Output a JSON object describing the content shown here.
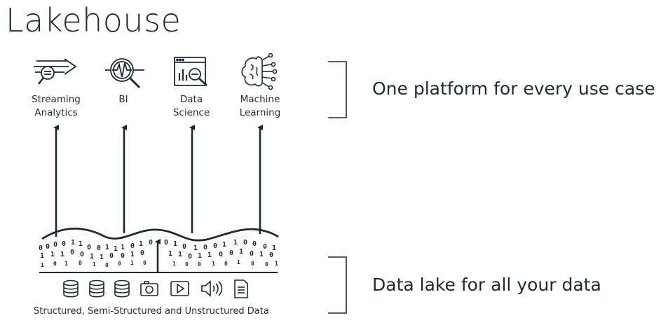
{
  "title": "Lakehouse",
  "use_cases": [
    {
      "label_line1": "Streaming",
      "label_line2": "Analytics",
      "icon": "streaming-analytics-icon"
    },
    {
      "label_line1": "BI",
      "label_line2": "",
      "icon": "bi-icon"
    },
    {
      "label_line1": "Data",
      "label_line2": "Science",
      "icon": "data-science-icon"
    },
    {
      "label_line1": "Machine",
      "label_line2": "Learning",
      "icon": "machine-learning-icon"
    }
  ],
  "data_types": [
    "database-icon",
    "database-icon",
    "database-icon",
    "camera-icon",
    "video-icon",
    "audio-icon",
    "document-icon"
  ],
  "data_caption": "Structured, Semi-Structured and Unstructured Data",
  "side_top": "One platform for every use case",
  "side_bottom": "Data lake for all your data",
  "colors": {
    "ink": "#1b2a35"
  }
}
